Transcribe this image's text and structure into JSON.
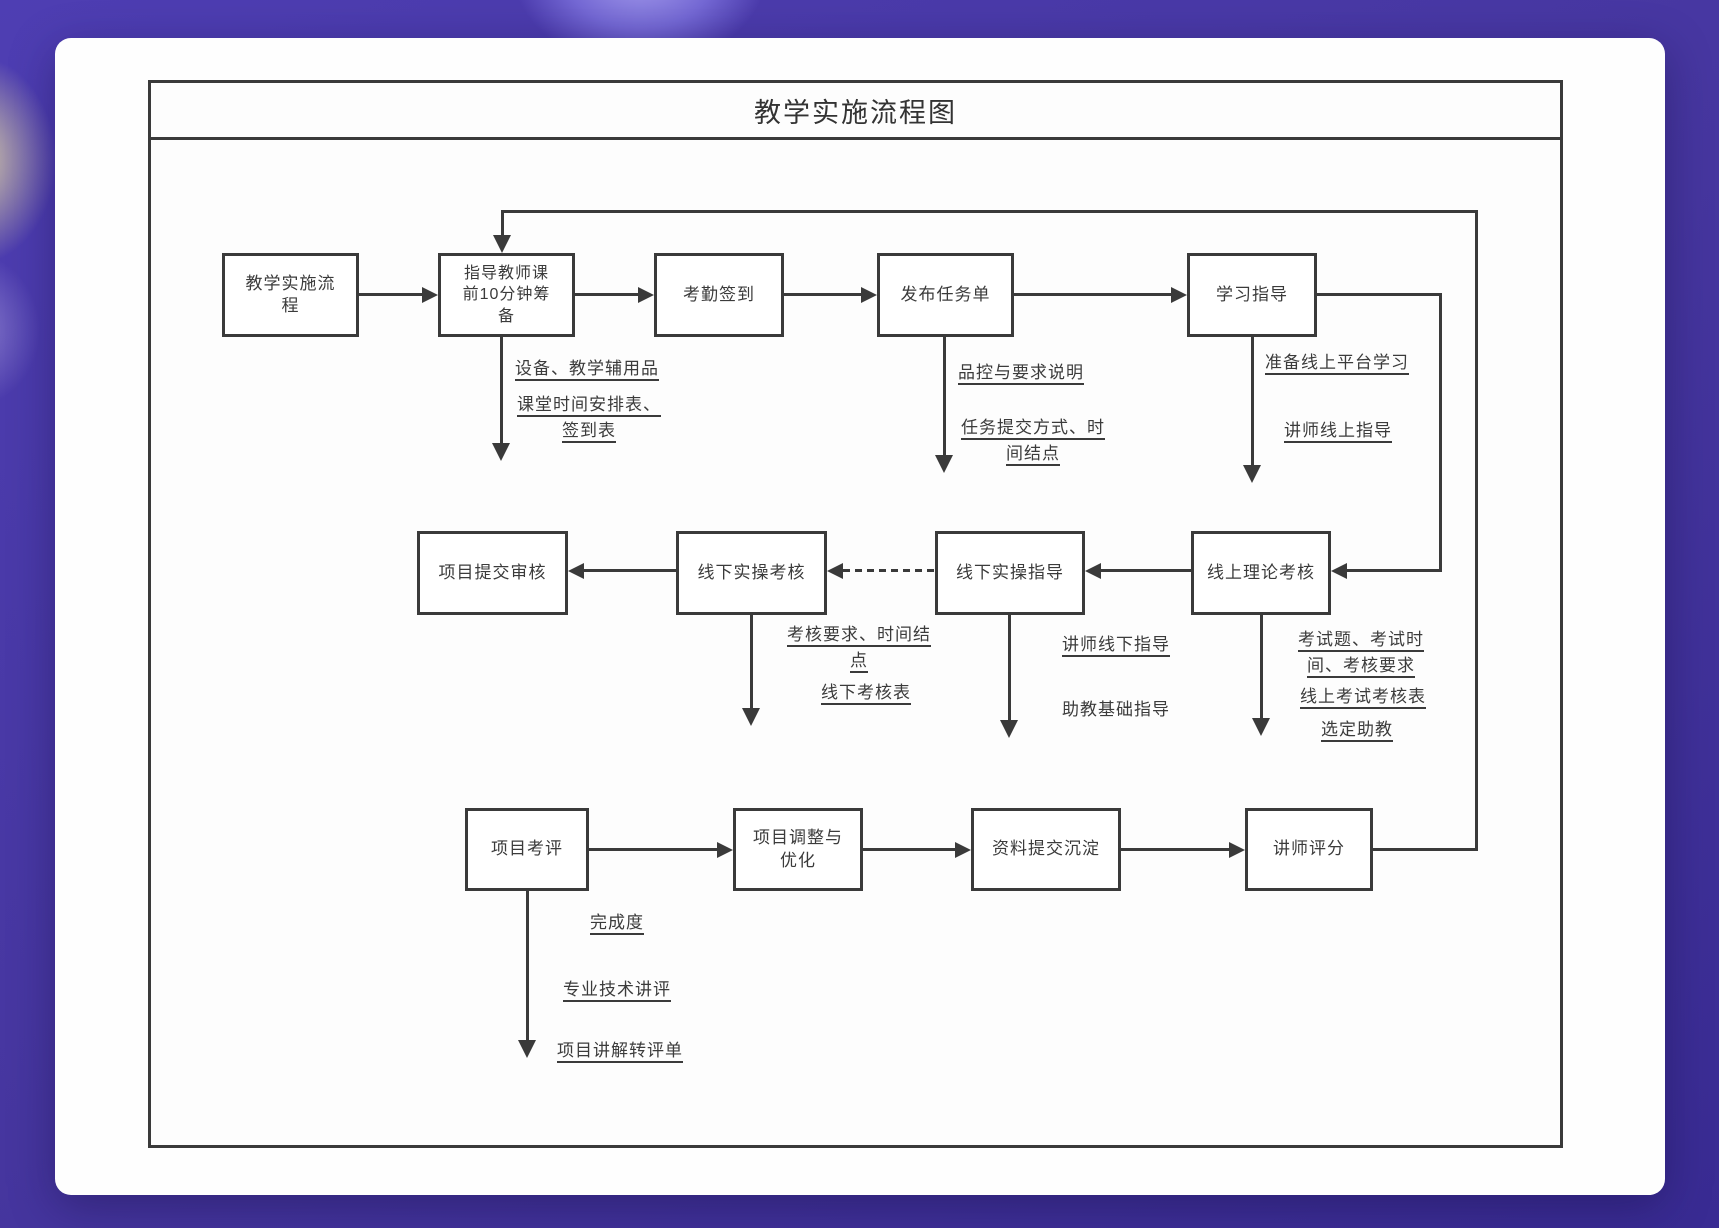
{
  "title": "教学实施流程图",
  "colors": {
    "background_purple": "#46369f",
    "card": "#fefefe",
    "line": "#3a3a3a",
    "text": "#3b3b3b"
  },
  "nodes": {
    "teaching_process": "教学实施流\n程",
    "teacher_prep": "指导教师课\n前10分钟筹\n备",
    "attendance": "考勤签到",
    "task_release": "发布任务单",
    "study_guidance": "学习指导",
    "project_submit_review": "项目提交审核",
    "offline_practice_exam": "线下实操考核",
    "offline_practice_guide": "线下实操指导",
    "online_theory_exam": "线上理论考核",
    "project_evaluation": "项目考评",
    "project_adjustment": "项目调整与\n优化",
    "material_deposit": "资料提交沉淀",
    "lecturer_scoring": "讲师评分"
  },
  "annotations": {
    "prep_1": "设备、教学辅用品",
    "prep_2": "课堂时间安排表、\n签到表",
    "task_1": "品控与要求说明",
    "task_2": "任务提交方式、时\n间结点",
    "study_1": "准备线上平台学习",
    "study_2": "讲师线上指导",
    "offline_exam_1": "考核要求、时间结\n点",
    "offline_exam_2": "线下考核表",
    "offline_guide_1": "讲师线下指导",
    "offline_guide_2": "助教基础指导",
    "online_exam_1": "考试题、考试时\n间、考核要求",
    "online_exam_2": "线上考试考核表",
    "online_exam_3": "选定助教",
    "eval_1": "完成度",
    "eval_2": "专业技术讲评",
    "eval_3": "项目讲解转评单"
  },
  "edges": [
    {
      "from": "教学实施流程",
      "to": "指导教师课前10分钟筹备",
      "style": "solid"
    },
    {
      "from": "指导教师课前10分钟筹备",
      "to": "考勤签到",
      "style": "solid"
    },
    {
      "from": "考勤签到",
      "to": "发布任务单",
      "style": "solid"
    },
    {
      "from": "发布任务单",
      "to": "学习指导",
      "style": "solid"
    },
    {
      "from": "学习指导",
      "to": "线上理论考核",
      "style": "solid"
    },
    {
      "from": "线上理论考核",
      "to": "线下实操指导",
      "style": "solid"
    },
    {
      "from": "线下实操指导",
      "to": "线下实操考核",
      "style": "dashed"
    },
    {
      "from": "线下实操考核",
      "to": "项目提交审核",
      "style": "solid"
    },
    {
      "from": "项目考评",
      "to": "项目调整与优化",
      "style": "solid"
    },
    {
      "from": "项目调整与优化",
      "to": "资料提交沉淀",
      "style": "solid"
    },
    {
      "from": "资料提交沉淀",
      "to": "讲师评分",
      "style": "solid"
    },
    {
      "from": "讲师评分",
      "to": "指导教师课前10分钟筹备",
      "style": "solid"
    }
  ]
}
